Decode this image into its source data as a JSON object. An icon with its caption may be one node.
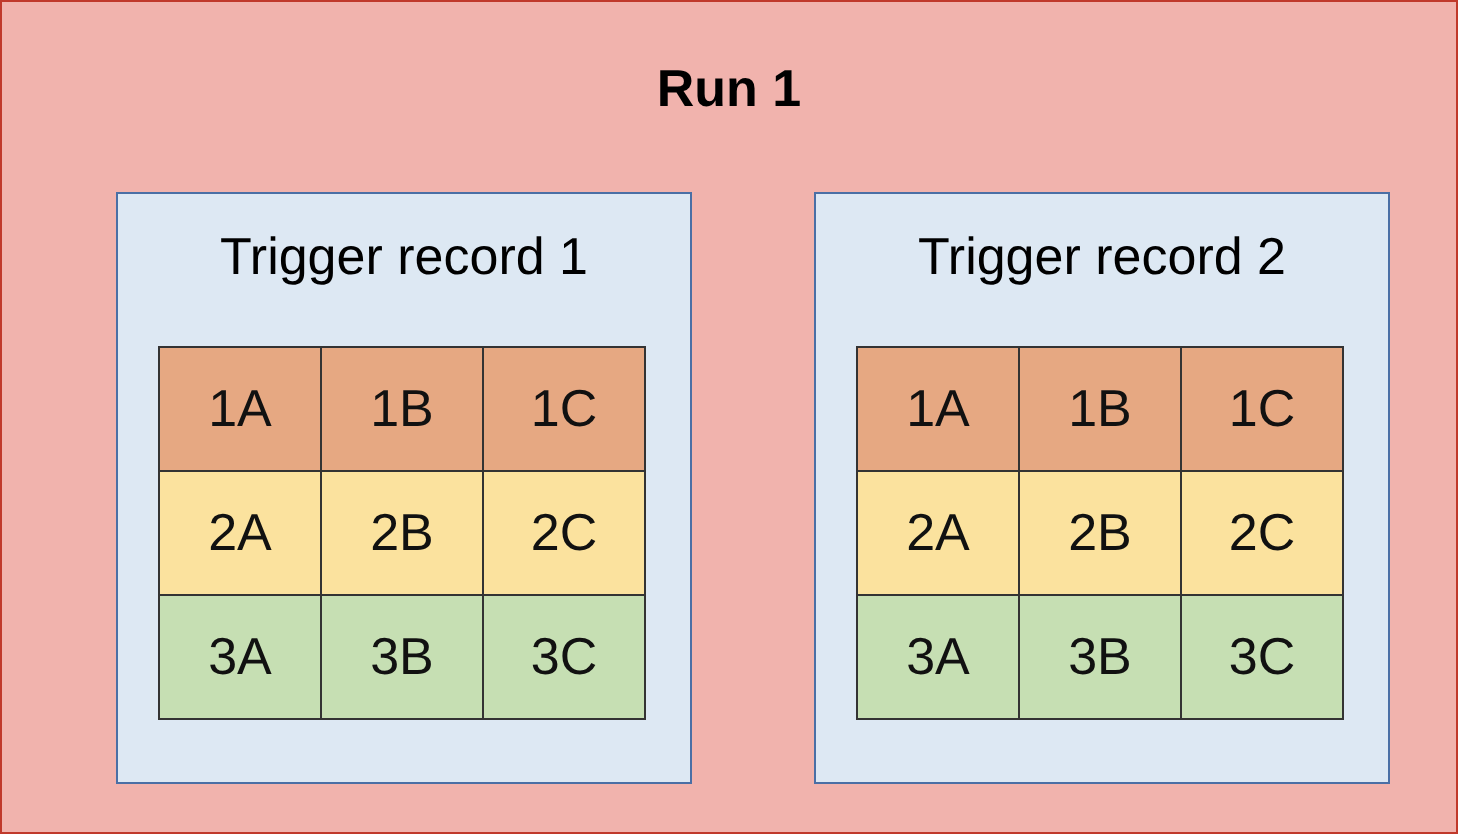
{
  "diagram": {
    "nodes": [
      {
        "text": [
          "Run 1"
        ]
      },
      {
        "text": [
          "Trigger record 1"
        ],
        "in": 0
      },
      {
        "text": [
          "1A"
        ],
        "in": 1
      },
      {
        "text": [
          "1B"
        ],
        "in": 1
      },
      {
        "text": [
          "1C"
        ],
        "in": 1
      },
      {
        "text": [
          "2A"
        ],
        "in": 1
      },
      {
        "text": [
          "2B"
        ],
        "in": 1
      },
      {
        "text": [
          "2C"
        ],
        "in": 1
      },
      {
        "text": [
          "3A"
        ],
        "in": 1
      },
      {
        "text": [
          "3B"
        ],
        "in": 1
      },
      {
        "text": [
          "3C"
        ],
        "in": 1
      },
      {
        "text": [
          "Trigger record 2"
        ],
        "in": 0
      },
      {
        "text": [
          "1A"
        ],
        "in": 11
      },
      {
        "text": [
          "1B"
        ],
        "in": 11
      },
      {
        "text": [
          "1C"
        ],
        "in": 11
      },
      {
        "text": [
          "2A"
        ],
        "in": 11
      },
      {
        "text": [
          "2B"
        ],
        "in": 11
      },
      {
        "text": [
          "2C"
        ],
        "in": 11
      },
      {
        "text": [
          "3A"
        ],
        "in": 11
      },
      {
        "text": [
          "3B"
        ],
        "in": 11
      },
      {
        "text": [
          "3C"
        ],
        "in": 11
      }
    ]
  }
}
